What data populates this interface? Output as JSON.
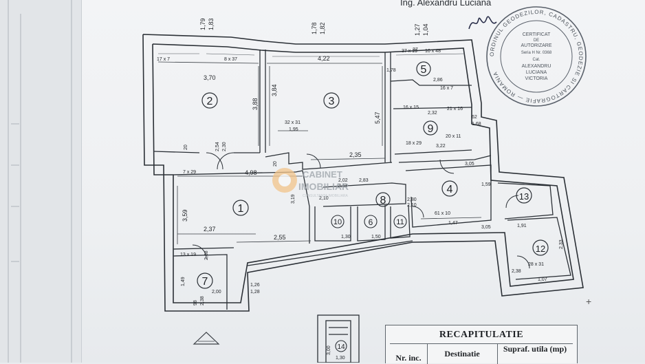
{
  "header": {
    "engineer": "Ing. Alexandru Luciana",
    "top_dims": [
      {
        "a": "1,79",
        "b": "1,83"
      },
      {
        "a": "1,78",
        "b": "1,82"
      },
      {
        "a": "1,27",
        "b": "1,04"
      }
    ]
  },
  "watermark": {
    "line1": "CABINET",
    "line2": "IMOBILIAR",
    "line3": "CONSULTANTA IMOBILIARA"
  },
  "stamp": {
    "ring_text": "ORDINUL GEODEZILOR, CADASTRU, GEODEZIE SI CARTOGRAFIE — ROMANIA",
    "lines": [
      "CERTIFICAT",
      "DE",
      "AUTORIZARE",
      "Seria H Nr. 0368",
      "Cat.",
      "ALEXANDRU",
      "LUCIANA",
      "VICTORIA"
    ]
  },
  "rooms": [
    {
      "id": "2",
      "label": "2"
    },
    {
      "id": "3",
      "label": "3"
    },
    {
      "id": "5",
      "label": "5"
    },
    {
      "id": "9",
      "label": "9"
    },
    {
      "id": "4",
      "label": "4"
    },
    {
      "id": "13",
      "label": "13"
    },
    {
      "id": "12",
      "label": "12"
    },
    {
      "id": "1",
      "label": "1"
    },
    {
      "id": "7",
      "label": "7"
    },
    {
      "id": "8",
      "label": "8"
    },
    {
      "id": "10",
      "label": "10"
    },
    {
      "id": "6",
      "label": "6"
    },
    {
      "id": "11",
      "label": "11"
    },
    {
      "id": "14",
      "label": "14"
    }
  ],
  "dimensions": {
    "d_370": "3,70",
    "d_388": "3,88",
    "d_422": "4,22",
    "d_384": "3,84",
    "d_547": "5,47",
    "d_195": "1,95",
    "d_3231": "32 x 31",
    "d_235": "2,35",
    "d_498": "4,98",
    "d_254": "2,54",
    "d_230": "2,30",
    "d_729": "7 x 29",
    "d_20a": "20",
    "d_20b": "20",
    "d_359": "3,59",
    "d_237": "2,37",
    "d_255": "2,55",
    "d_319": "3,19",
    "d_200": "2,00",
    "d_238": "2,38",
    "d_149": "1,49",
    "d_126": "1,26",
    "d_128": "1,28",
    "d_1319": "13 x 19",
    "d_238b": "2,38",
    "d_98": "98",
    "d_286": "2,86",
    "d_232": "2,32",
    "d_305": "3,05",
    "d_147": "1,47",
    "d_6110": "61 x 10",
    "d_202": "2,02",
    "d_211": "2,11",
    "d_283": "2,83",
    "d_210": "2,10",
    "d_210b": "2,10",
    "d_2831": "28 x 31",
    "d_107": "1,07",
    "d_191": "1,91",
    "d_233": "2,33",
    "d_159": "1,59",
    "d_6": "62",
    "d_168": "1,68",
    "d_37": "37",
    "d_17": "17 x 7",
    "d_8_37": "8 x 37",
    "d_10_48": "10 x 48",
    "d_37_19": "37 x 19",
    "d_178": "1,78",
    "d_1615": "16 x 15",
    "d_167": "16 x 7",
    "d_2116": "21 x 16",
    "d_1829": "18 x 29",
    "d_2011": "20 x 11",
    "d_280": "2,80",
    "d_238c": "2,38",
    "d_322": "3,22",
    "d_130": "1,30",
    "d_150": "1,50",
    "d_305b": "3,05",
    "d_900": "3,00",
    "d_130b": "1,30"
  },
  "recap": {
    "title": "RECAPITULATIE",
    "col1": "Nr. inc.",
    "col2": "Destinatie",
    "col3": "Supraf. utila (mp)"
  }
}
